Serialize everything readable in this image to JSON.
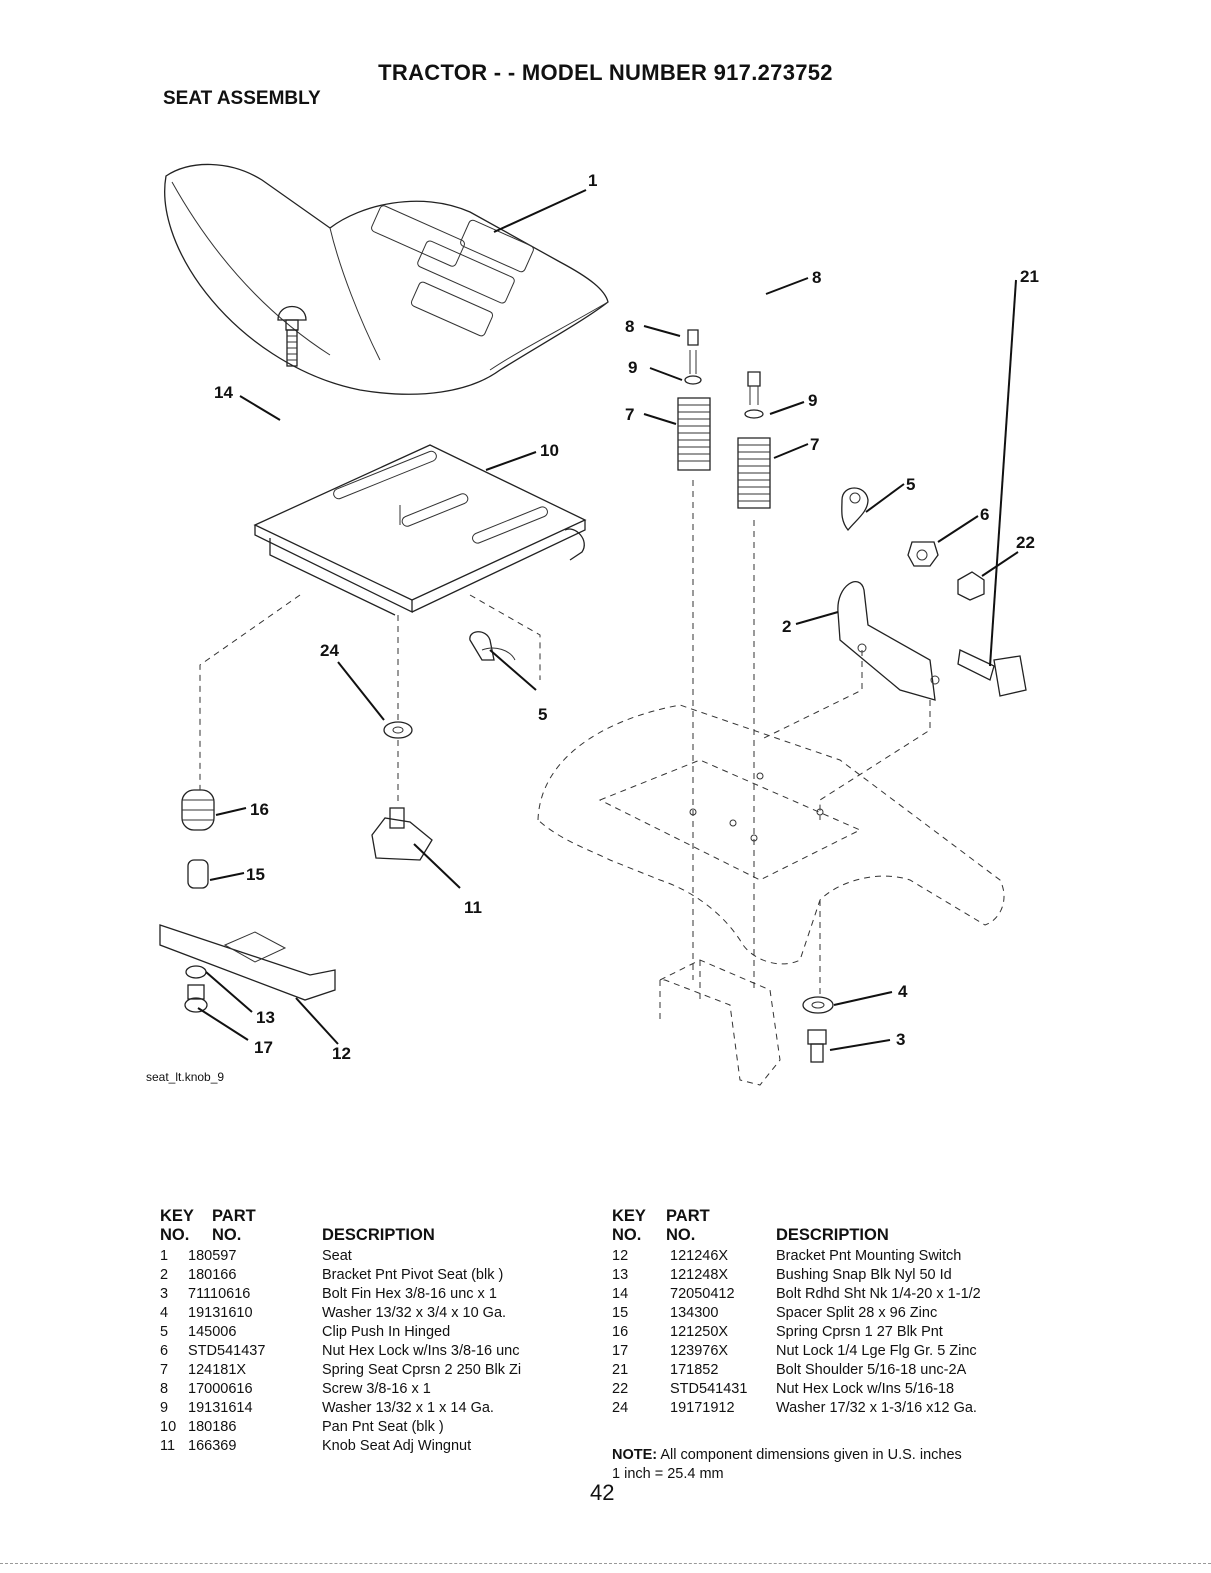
{
  "header": {
    "title": "TRACTOR - - MODEL NUMBER 917.273752",
    "subtitle": "SEAT ASSEMBLY"
  },
  "diagram": {
    "figure_id": "seat_lt.knob_9",
    "callouts": [
      "1",
      "14",
      "10",
      "8",
      "9",
      "7",
      "8",
      "9",
      "7",
      "5",
      "6",
      "22",
      "2",
      "21",
      "24",
      "5",
      "16",
      "15",
      "11",
      "13",
      "17",
      "12",
      "4",
      "3"
    ]
  },
  "parts_table": {
    "headers": {
      "key_line1": "KEY",
      "key_line2": "NO.",
      "part_line1": "PART",
      "part_line2": "NO.",
      "description": "DESCRIPTION"
    },
    "left": [
      {
        "key": "1",
        "part": "180597",
        "desc": "Seat"
      },
      {
        "key": "2",
        "part": "180166",
        "desc": "Bracket Pnt Pivot Seat (blk )"
      },
      {
        "key": "3",
        "part": "71110616",
        "desc": "Bolt Fin Hex 3/8-16 unc x 1"
      },
      {
        "key": "4",
        "part": "19131610",
        "desc": "Washer 13/32 x 3/4 x 10 Ga."
      },
      {
        "key": "5",
        "part": "145006",
        "desc": "Clip Push In Hinged"
      },
      {
        "key": "6",
        "part": "STD541437",
        "desc": "Nut Hex Lock w/Ins 3/8-16 unc"
      },
      {
        "key": "7",
        "part": "124181X",
        "desc": "Spring Seat Cprsn 2 250 Blk Zi"
      },
      {
        "key": "8",
        "part": "17000616",
        "desc": "Screw 3/8-16 x 1"
      },
      {
        "key": "9",
        "part": "19131614",
        "desc": "Washer 13/32 x 1 x 14 Ga."
      },
      {
        "key": "10",
        "part": "180186",
        "desc": "Pan Pnt Seat (blk )"
      },
      {
        "key": "11",
        "part": "166369",
        "desc": "Knob Seat Adj Wingnut"
      }
    ],
    "right": [
      {
        "key": "12",
        "part": "121246X",
        "desc": "Bracket Pnt Mounting Switch"
      },
      {
        "key": "13",
        "part": "121248X",
        "desc": "Bushing Snap Blk Nyl 50 Id"
      },
      {
        "key": "14",
        "part": "72050412",
        "desc": "Bolt Rdhd Sht Nk 1/4-20 x 1-1/2"
      },
      {
        "key": "15",
        "part": "134300",
        "desc": "Spacer Split 28 x 96 Zinc"
      },
      {
        "key": "16",
        "part": "121250X",
        "desc": "Spring Cprsn 1 27 Blk Pnt"
      },
      {
        "key": "17",
        "part": "123976X",
        "desc": "Nut Lock 1/4 Lge Flg Gr. 5 Zinc"
      },
      {
        "key": "21",
        "part": "171852",
        "desc": "Bolt Shoulder 5/16-18 unc-2A"
      },
      {
        "key": "22",
        "part": "STD541431",
        "desc": "Nut Hex Lock w/Ins 5/16-18"
      },
      {
        "key": "24",
        "part": "19171912",
        "desc": "Washer 17/32 x 1-3/16 x12 Ga."
      }
    ]
  },
  "note": {
    "label": "NOTE:",
    "text": "All component dimensions given in U.S. inches",
    "conversion": "1 inch = 25.4 mm"
  },
  "page_number": "42"
}
